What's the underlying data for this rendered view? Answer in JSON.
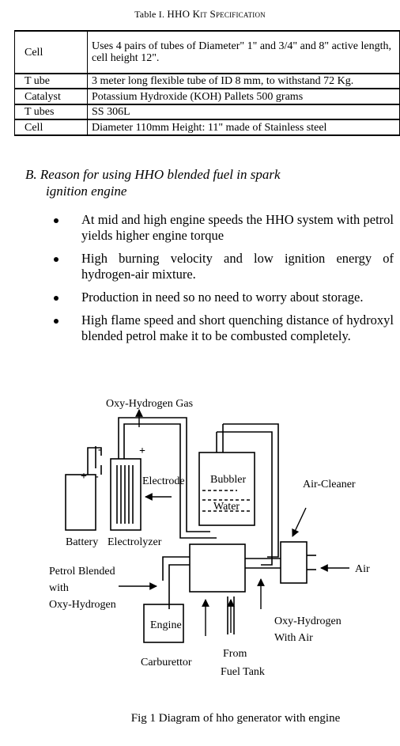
{
  "table": {
    "title_prefix": "Table I.",
    "title_main": "HHO Kit Specification",
    "rows": [
      {
        "key": "Cell",
        "value": "Uses 4 pairs of tubes of Diameter\" 1\" and 3/4\" and 8\" active length, cell height 12\"."
      },
      {
        "key": "T ube",
        "value": "3 meter long flexible tube of ID 8 mm, to withstand 72 Kg."
      },
      {
        "key": "Catalyst",
        "value": "Potassium Hydroxide (KOH) Pallets 500 grams"
      },
      {
        "key": "T ubes",
        "value": "SS 306L"
      },
      {
        "key": "Cell",
        "value": "Diameter 110mm Height: 11\" made of Stainless steel"
      }
    ]
  },
  "section": {
    "heading_line1": "B. Reason for using HHO blended fuel in spark",
    "heading_line2": "ignition engine",
    "bullets": [
      "At mid and high engine speeds the HHO system with petrol yields higher engine torque",
      "High burning velocity and low ignition energy of hydrogen-air mixture.",
      "Production in need so no need to worry about storage.",
      "High flame speed and short quenching distance of hydroxyl blended petrol make it to be combusted completely."
    ]
  },
  "figure": {
    "labels": {
      "oxy_gas": "Oxy-Hydrogen Gas",
      "electrode": "Electrode",
      "bubbler": "Bubbler",
      "water": "Water",
      "air_cleaner": "Air-Cleaner",
      "battery": "Battery",
      "electrolyzer": "Electrolyzer",
      "air": "Air",
      "petrol_line1": "Petrol Blended",
      "petrol_line2": "with",
      "petrol_line3": "Oxy-Hydrogen",
      "engine": "Engine",
      "oxy_air_line1": "Oxy-Hydrogen",
      "oxy_air_line2": "With Air",
      "carburettor": "Carburettor",
      "from_line1": "From",
      "from_line2": "Fuel Tank",
      "plus": "+",
      "minus": "-"
    },
    "caption": "Fig 1 Diagram of hho generator  with engine"
  }
}
